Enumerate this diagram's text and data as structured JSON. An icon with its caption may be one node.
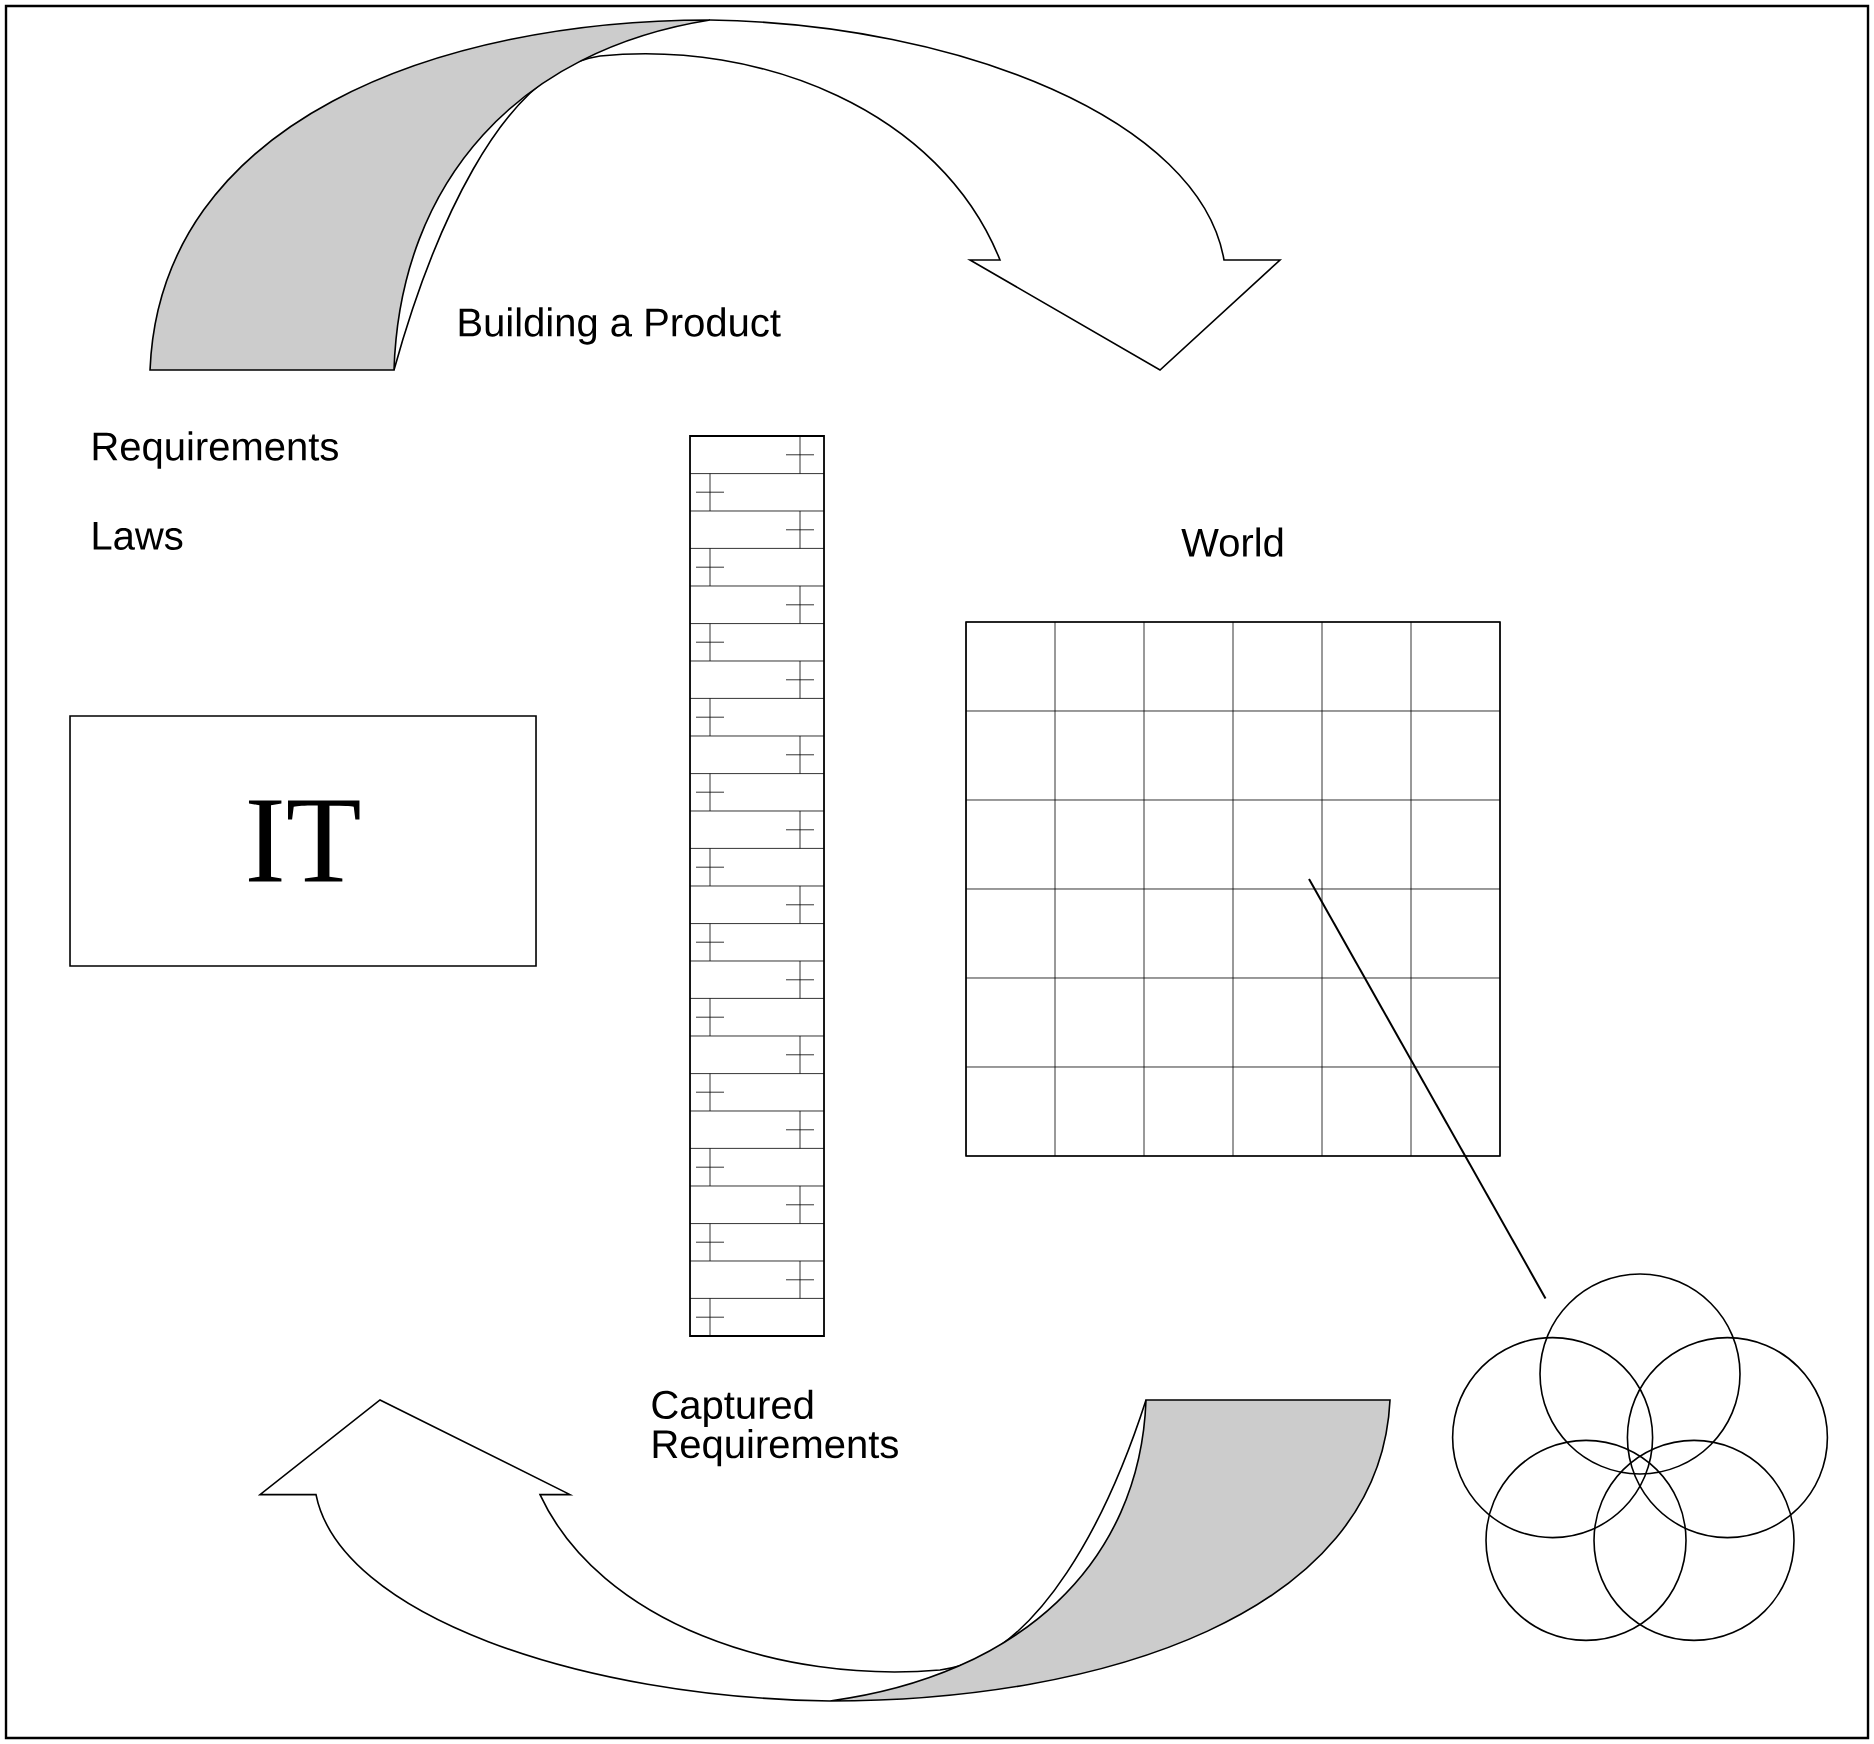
{
  "diagram": {
    "nodes": [
      {
        "text": [
          "IT"
        ]
      },
      {
        "text": [],
        "shape": "box",
        "beside": [
          "World"
        ]
      },
      {
        "text": [],
        "shape": "circle"
      }
    ],
    "edges": [
      {
        "from": 1,
        "to": 2,
        "arrow": "none"
      }
    ],
    "labels": [
      "Building a Product",
      "Requirements",
      "Laws",
      "Captured Requirements"
    ]
  }
}
